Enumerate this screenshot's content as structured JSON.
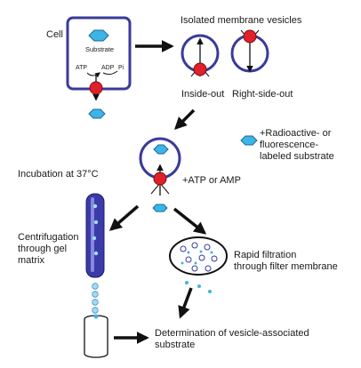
{
  "labels": {
    "cell": "Cell",
    "substrate": "Substrate",
    "atp": "ATP",
    "adp": "ADP",
    "pi": "Pi",
    "isolated_vesicles": "Isolated membrane vesicles",
    "inside_out": "Inside-out",
    "right_side_out": "Right-side-out",
    "labeled_substrate_line1": "+Radioactive- or",
    "labeled_substrate_line2": "fluorescence-",
    "labeled_substrate_line3": "labeled substrate",
    "atp_or_amp": "+ATP or AMP",
    "incubation": "Incubation at 37°C",
    "centrifugation_line1": "Centrifugation",
    "centrifugation_line2": "through gel",
    "centrifugation_line3": "matrix",
    "filtration_line1": "Rapid filtration",
    "filtration_line2": "through filter membrane",
    "determination_line1": "Determination of vesicle-associated",
    "determination_line2": "substrate"
  },
  "colors": {
    "membrane": "#3a3a9a",
    "transporter": "#e0202a",
    "substrate_fill": "#3db4e6",
    "gel_column": "#3a3aa8",
    "arrow": "#111111"
  }
}
